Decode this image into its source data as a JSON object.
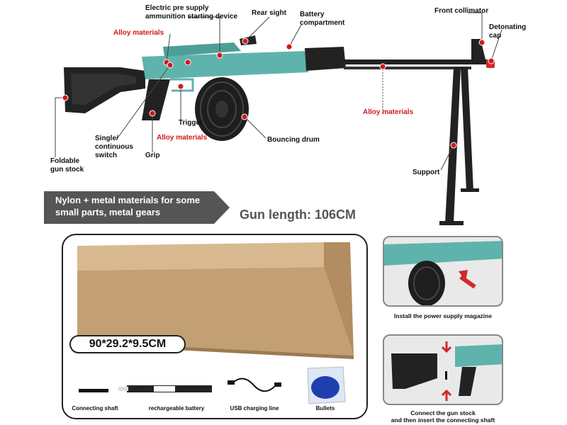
{
  "labels": {
    "electric_device": "Electric pre supply\nammunition starting device",
    "rear_sight": "Rear sight",
    "battery_compartment": "Battery\ncompartment",
    "front_collimator": "Front collimator",
    "detonating_cap": "Detonating\ncap",
    "alloy_1": "Alloy materials",
    "alloy_2": "Alloy materials",
    "alloy_3": "Alloy materials",
    "trigger": "Trigger",
    "bouncing_drum": "Bouncing drum",
    "single_switch": "Single/\ncontinuous\nswitch",
    "grip": "Grip",
    "foldable_stock": "Foldable\ngun stock",
    "support": "Support"
  },
  "banner": {
    "text": "Nylon + metal materials for some\nsmall parts, metal gears"
  },
  "gun_length": "Gun length: 106CM",
  "dimensions": "90*29.2*9.5CM",
  "accessories": [
    {
      "label": "Connecting shaft"
    },
    {
      "label": "rechargeable battery"
    },
    {
      "label": "USB charging line"
    },
    {
      "label": "Bullets"
    }
  ],
  "install_steps": [
    {
      "caption": "Install the power supply magazine"
    },
    {
      "caption": "Connect the gun stock\nand then insert the connecting shaft"
    }
  ],
  "colors": {
    "teal": "#5fb3ad",
    "red_label": "#d11a1a",
    "box": "#c39f74",
    "banner": "#555555"
  }
}
